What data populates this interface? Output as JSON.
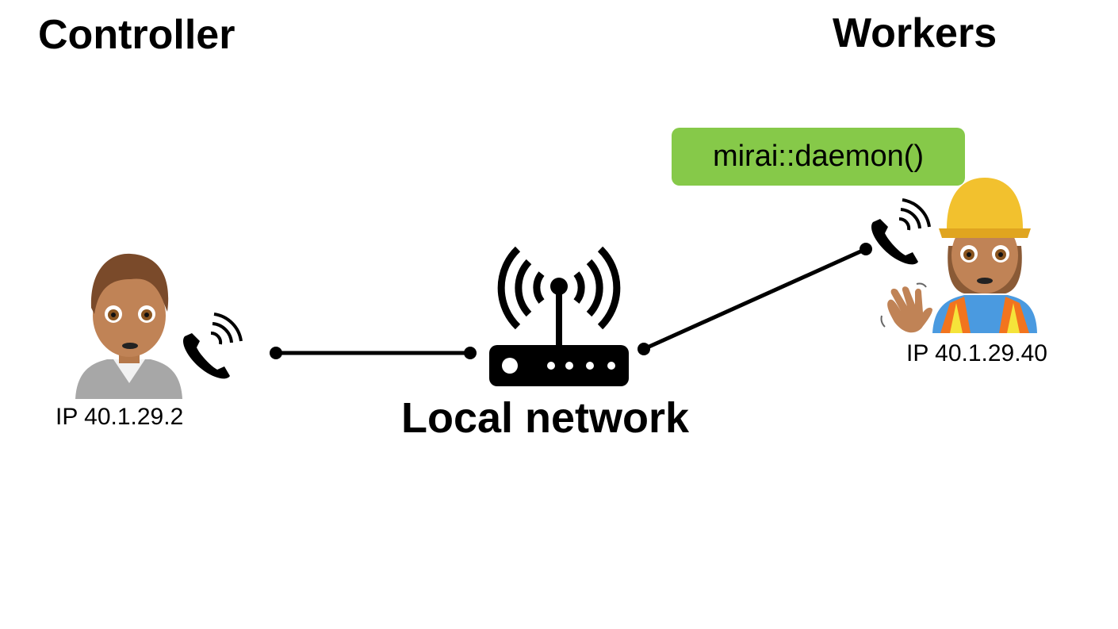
{
  "diagram": {
    "controller": {
      "title": "Controller",
      "ip_label": "IP 40.1.29.2",
      "icon": "person-office-worker-emoji"
    },
    "workers": {
      "title": "Workers",
      "ip_label": "IP 40.1.29.40",
      "icon": "construction-worker-emoji",
      "wave_icon": "waving-hand-emoji",
      "command_label": "mirai::daemon()"
    },
    "network": {
      "label": "Local network",
      "icon": "wifi-router-icon"
    },
    "connection_icon": "phone-calling-icon",
    "colors": {
      "command_box": "#86c949",
      "lines": "#000000",
      "text": "#000000"
    }
  }
}
